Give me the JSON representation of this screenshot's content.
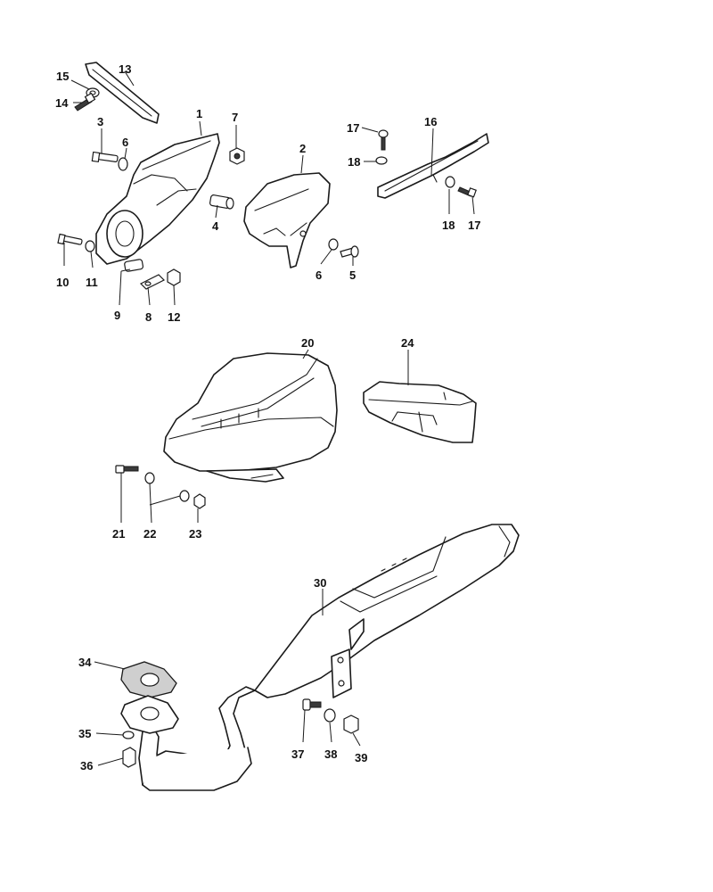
{
  "callouts": [
    {
      "id": "1",
      "label": "1"
    },
    {
      "id": "2",
      "label": "2"
    },
    {
      "id": "3",
      "label": "3"
    },
    {
      "id": "4",
      "label": "4"
    },
    {
      "id": "5",
      "label": "5"
    },
    {
      "id": "6a",
      "label": "6"
    },
    {
      "id": "6b",
      "label": "6"
    },
    {
      "id": "7",
      "label": "7"
    },
    {
      "id": "8",
      "label": "8"
    },
    {
      "id": "9",
      "label": "9"
    },
    {
      "id": "10",
      "label": "10"
    },
    {
      "id": "11",
      "label": "11"
    },
    {
      "id": "12",
      "label": "12"
    },
    {
      "id": "13",
      "label": "13"
    },
    {
      "id": "14",
      "label": "14"
    },
    {
      "id": "15",
      "label": "15"
    },
    {
      "id": "16",
      "label": "16"
    },
    {
      "id": "17a",
      "label": "17"
    },
    {
      "id": "17b",
      "label": "17"
    },
    {
      "id": "18a",
      "label": "18"
    },
    {
      "id": "18b",
      "label": "18"
    },
    {
      "id": "20",
      "label": "20"
    },
    {
      "id": "21",
      "label": "21"
    },
    {
      "id": "22",
      "label": "22"
    },
    {
      "id": "23",
      "label": "23"
    },
    {
      "id": "24",
      "label": "24"
    },
    {
      "id": "30",
      "label": "30"
    },
    {
      "id": "34",
      "label": "34"
    },
    {
      "id": "35",
      "label": "35"
    },
    {
      "id": "36",
      "label": "36"
    },
    {
      "id": "37",
      "label": "37"
    },
    {
      "id": "38",
      "label": "38"
    },
    {
      "id": "39",
      "label": "39"
    }
  ],
  "colors": {
    "line": "#1a1a1a",
    "background": "#ffffff",
    "gasket_fill": "#cfcfcf"
  }
}
